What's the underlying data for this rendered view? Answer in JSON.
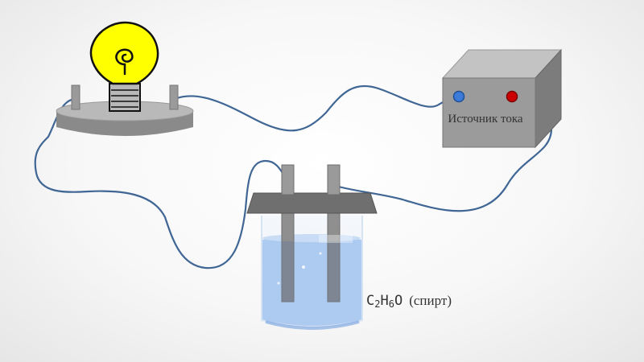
{
  "power_source": {
    "label": "Источник тока"
  },
  "solution": {
    "formula_C": "C",
    "formula_C_sub": "2",
    "formula_H": "H",
    "formula_H_sub": "6",
    "formula_O": "O",
    "name": "(спирт)"
  },
  "colors": {
    "wire": "#3f6694",
    "bulb_glass": "#ffff00",
    "bulb_base": "#b8b8b8",
    "box_front": "#9b9b9b",
    "box_top": "#c3c3c3",
    "box_side": "#7c7c7c",
    "terminal_negative": "#3d7bd8",
    "terminal_positive": "#cc0000",
    "liquid": "#a9c7ef",
    "electrode": "#8f8f8f",
    "lid": "#6f6f6f"
  },
  "icons": [
    "light-bulb-icon",
    "power-source-icon",
    "electrolysis-beaker-icon"
  ]
}
